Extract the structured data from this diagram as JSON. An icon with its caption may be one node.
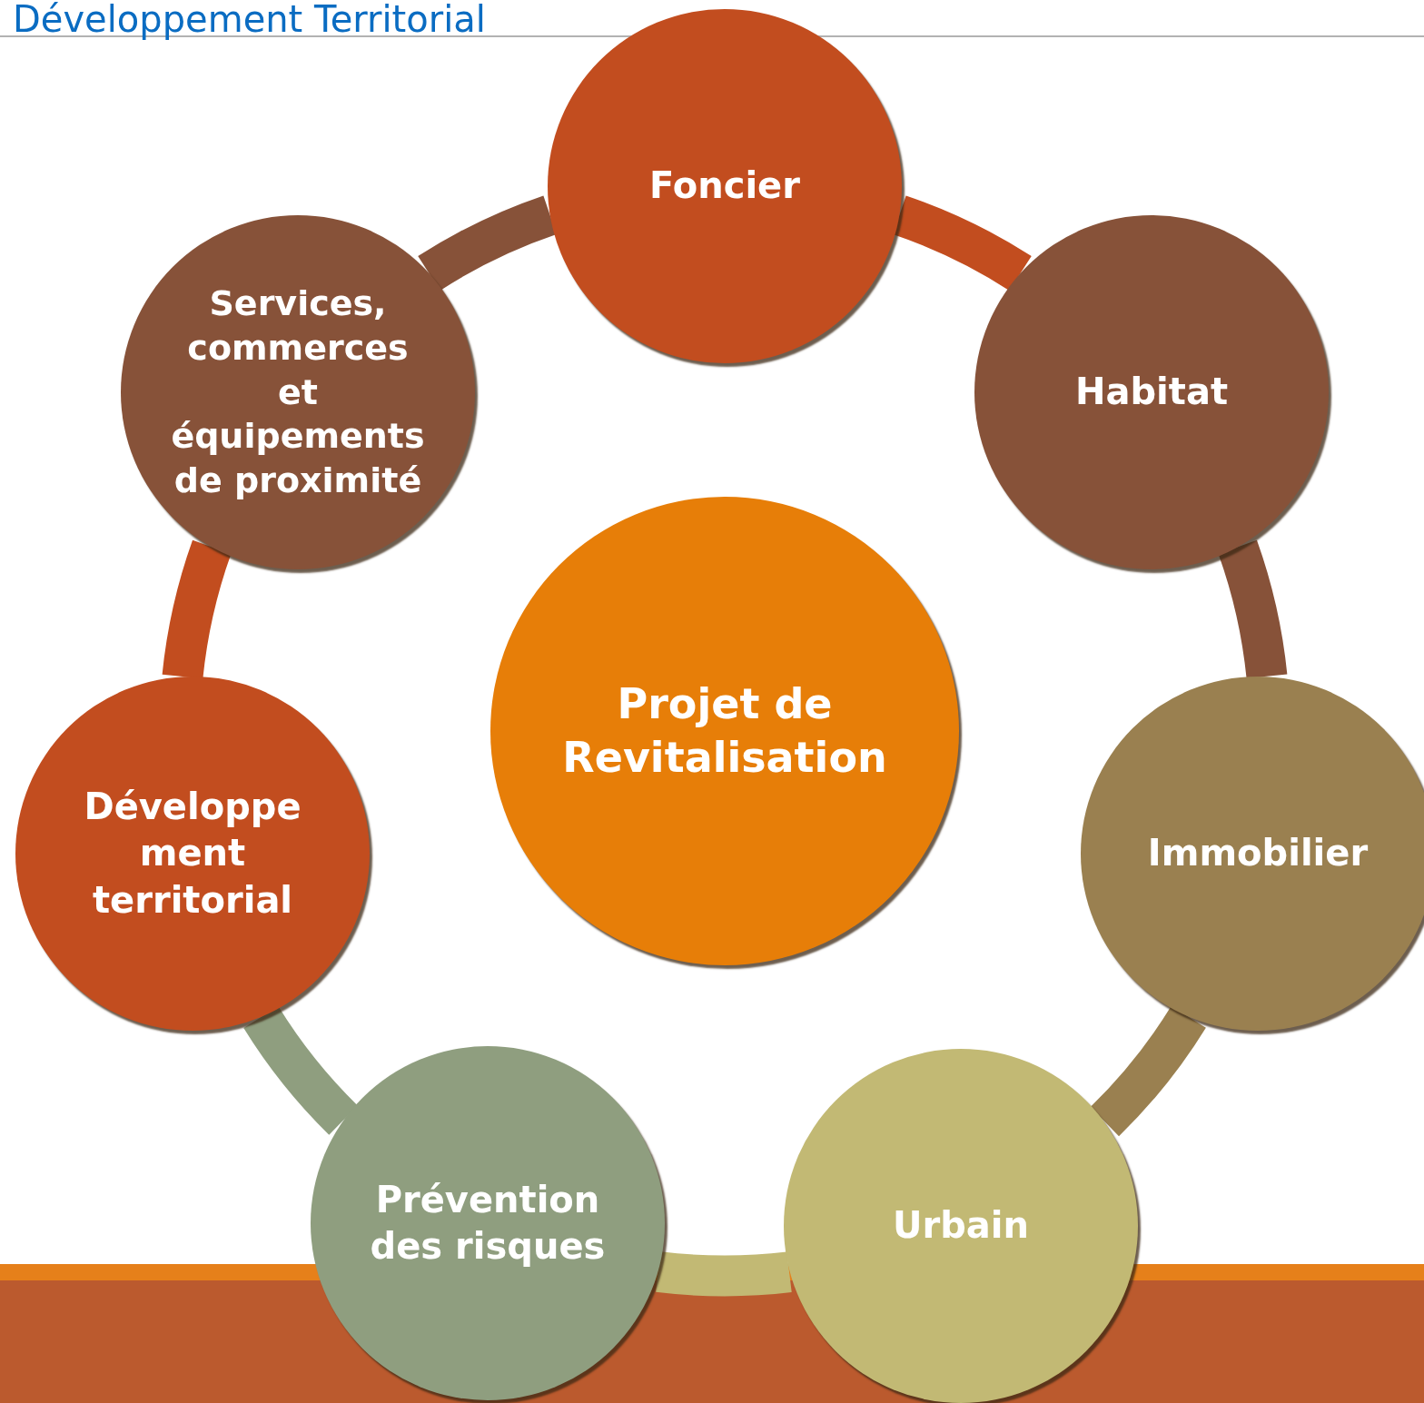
{
  "diagram": {
    "title": "Développement Territorial",
    "nodes": [
      {
        "text": [
          "Foncier"
        ]
      },
      {
        "text": [
          "Services, commerces et équipements de proximité"
        ]
      },
      {
        "text": [
          "Habitat"
        ]
      },
      {
        "text": [
          "Projet de Revitalisation"
        ]
      },
      {
        "text": [
          "Développement territorial"
        ]
      },
      {
        "text": [
          "Immobilier"
        ]
      },
      {
        "text": [
          "Prévention des risques"
        ]
      },
      {
        "text": [
          "Urbain"
        ]
      }
    ],
    "edges": [
      {
        "from": 0,
        "to": 2,
        "arrow": "none",
        "color": "#c24d1f"
      },
      {
        "from": 2,
        "to": 5,
        "arrow": "none",
        "color": "#875239"
      },
      {
        "from": 5,
        "to": 7,
        "arrow": "none",
        "color": "#9a8050"
      },
      {
        "from": 7,
        "to": 6,
        "arrow": "none",
        "color": "#c2b974"
      },
      {
        "from": 6,
        "to": 4,
        "arrow": "none",
        "color": "#8f9e7f"
      },
      {
        "from": 4,
        "to": 1,
        "arrow": "none",
        "color": "#c24d1f"
      },
      {
        "from": 1,
        "to": 0,
        "arrow": "none",
        "color": "#875239"
      }
    ]
  }
}
